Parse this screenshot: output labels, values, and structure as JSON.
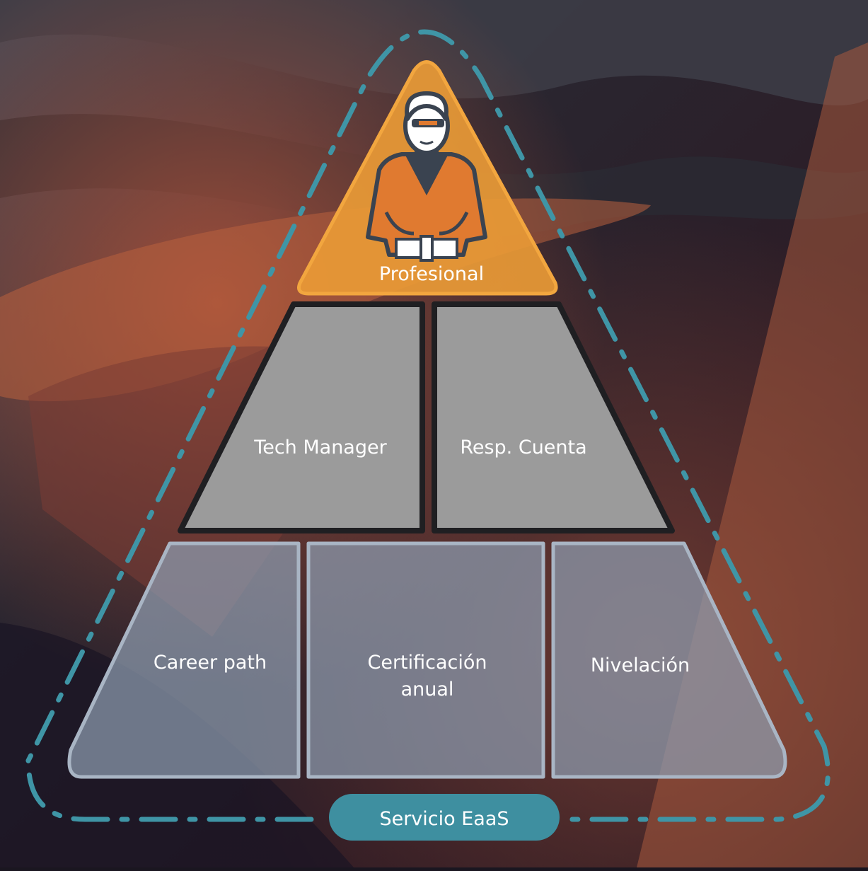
{
  "apex": {
    "label": "Profesional",
    "color": "#F0A040"
  },
  "middle": [
    {
      "label": "Tech Manager"
    },
    {
      "label": "Resp. Cuenta"
    }
  ],
  "base": [
    {
      "label": "Career path",
      "lines": [
        "Career path"
      ]
    },
    {
      "label": "Certificación anual",
      "lines": [
        "Certificación",
        "anual"
      ]
    },
    {
      "label": "Nivelación",
      "lines": [
        "Nivelación"
      ]
    }
  ],
  "service": {
    "label": "Servicio EaaS",
    "color": "#3E8FA0"
  },
  "colors": {
    "accent_orange": "#F0A040",
    "dash_teal": "#3F95A6",
    "middle_fill": "#9B9B9B",
    "base_fill": "#8494A6"
  },
  "icons": {
    "apex": "professional-avatar-icon"
  }
}
